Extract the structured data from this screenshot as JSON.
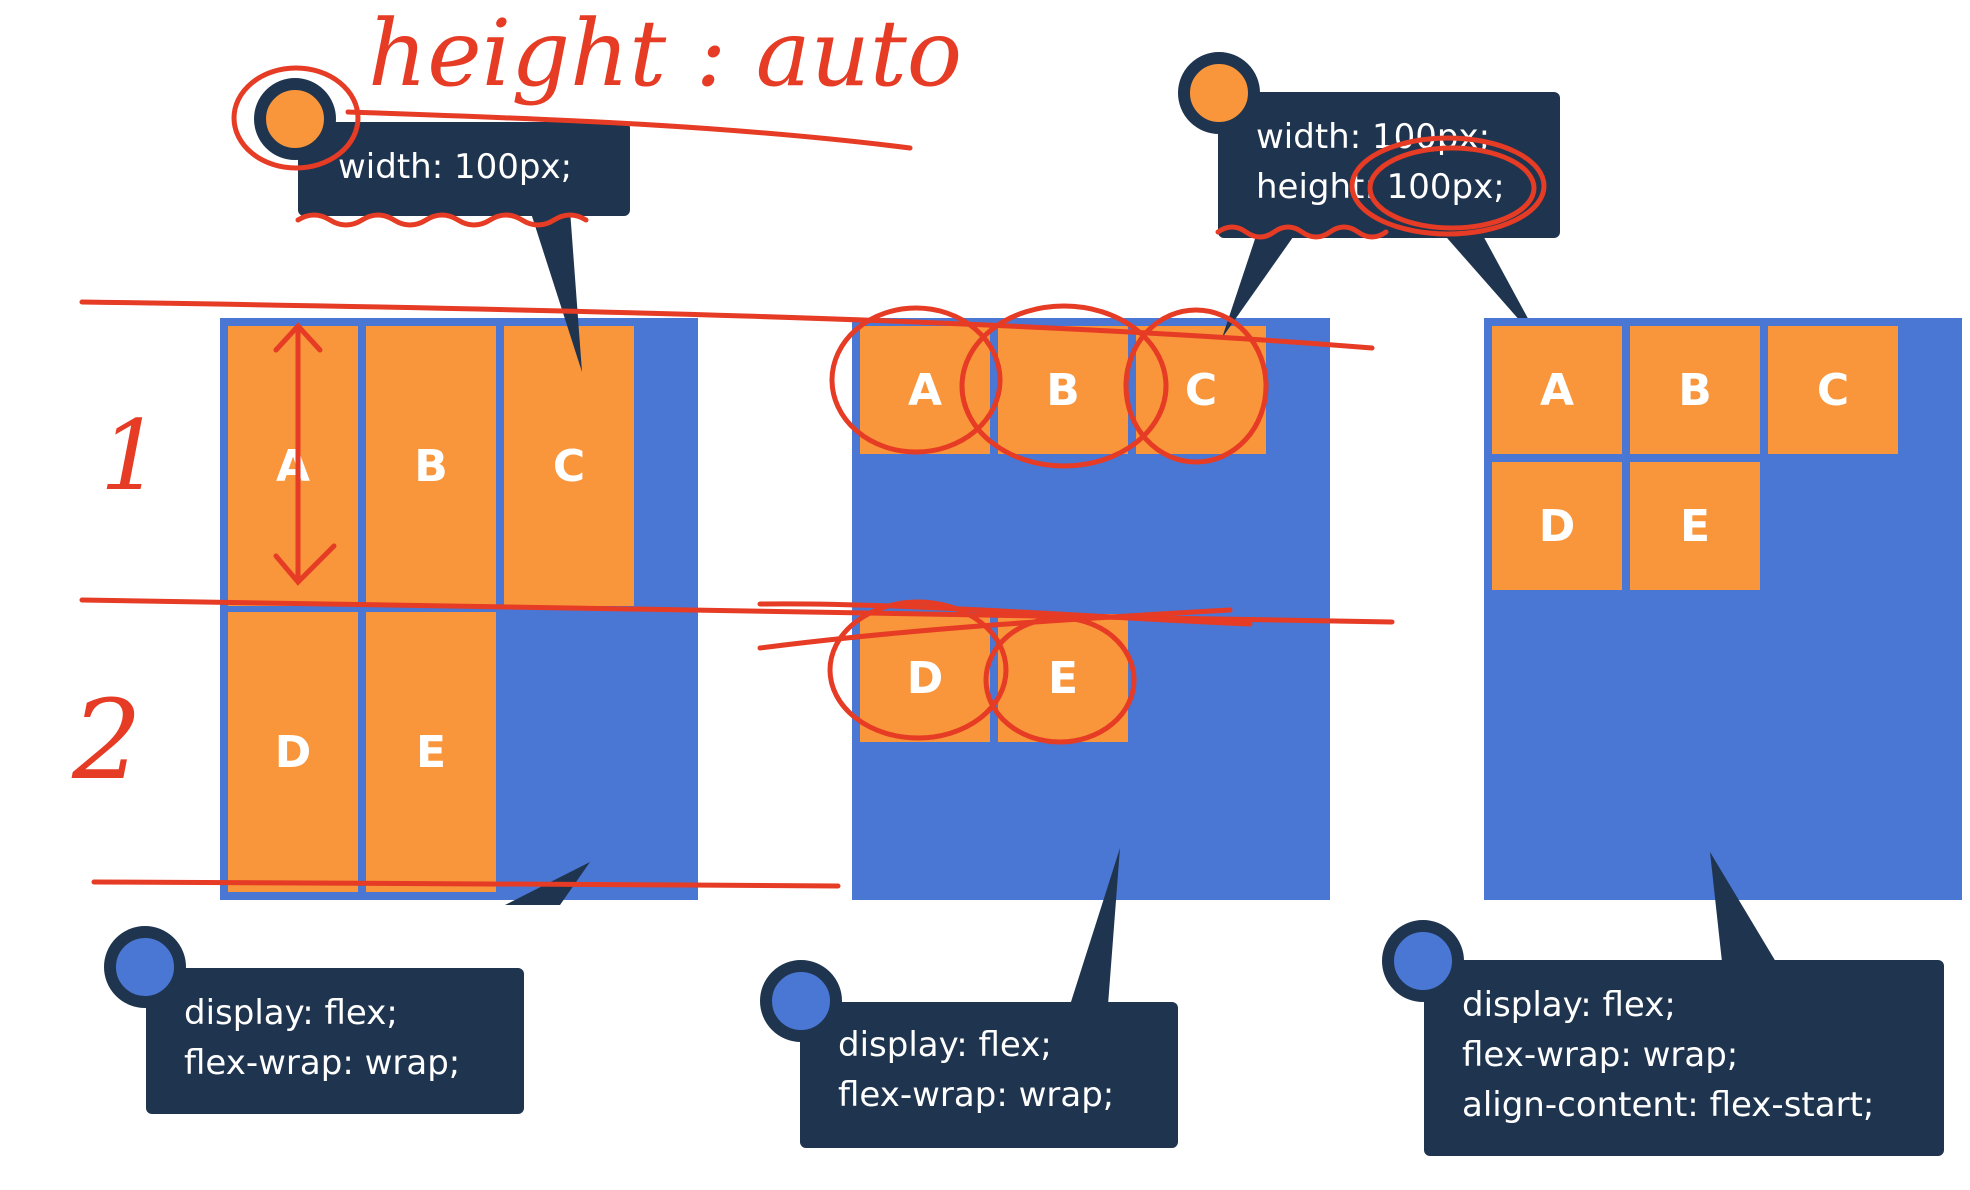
{
  "annotations": {
    "handwritten_title": "height : auto",
    "row_1": "1",
    "row_2": "2"
  },
  "diagram_1": {
    "top_callout": [
      "width: 100px;"
    ],
    "bottom_callout": [
      "display: flex;",
      "flex-wrap: wrap;"
    ],
    "items": [
      "A",
      "B",
      "C",
      "D",
      "E"
    ]
  },
  "diagram_2": {
    "top_callout": [
      "width: 100px;",
      "height: 100px;"
    ],
    "bottom_callout": [
      "display: flex;",
      "flex-wrap: wrap;"
    ],
    "items": [
      "A",
      "B",
      "C",
      "D",
      "E"
    ]
  },
  "diagram_3": {
    "bottom_callout": [
      "display: flex;",
      "flex-wrap: wrap;",
      "align-content: flex-start;"
    ],
    "items": [
      "A",
      "B",
      "C",
      "D",
      "E"
    ]
  },
  "colors": {
    "container": "#4a77d4",
    "item": "#f9953a",
    "callout": "#1f344f",
    "dot_orange": "#f9953a",
    "dot_blue": "#4a77d4",
    "annotation": "#e63b24"
  }
}
